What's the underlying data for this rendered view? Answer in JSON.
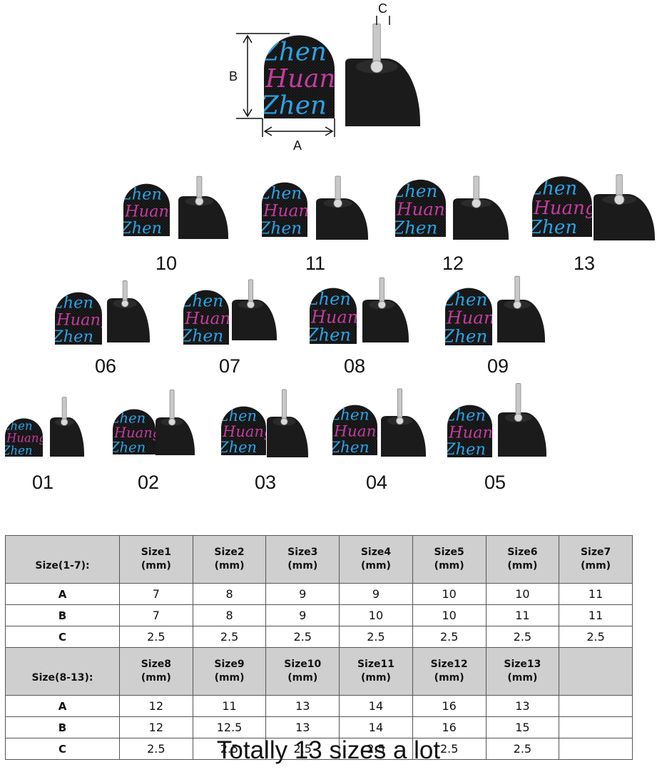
{
  "dimension_labels": {
    "a": "A",
    "b": "B",
    "c": "C"
  },
  "size_labels": [
    "10",
    "11",
    "12",
    "13",
    "06",
    "07",
    "08",
    "09",
    "01",
    "02",
    "03",
    "04",
    "05"
  ],
  "pad_text": [
    "Zhen",
    "Huang"
  ],
  "colors": {
    "pad": "#141414",
    "blue_text": "#2aa3e6",
    "pink_text": "#c43c9d",
    "cap": "#1b1b1b",
    "pin": "#c8c8c8",
    "table_header": "#cfcfcf"
  },
  "table": {
    "rows_1_7": {
      "label": "Size(1-7):",
      "headers": [
        [
          "Size1",
          "(mm)"
        ],
        [
          "Size2",
          "(mm)"
        ],
        [
          "Size3",
          "(mm)"
        ],
        [
          "Size4",
          "(mm)"
        ],
        [
          "Size5",
          "(mm)"
        ],
        [
          "Size6",
          "(mm)"
        ],
        [
          "Size7",
          "(mm)"
        ]
      ],
      "data": [
        {
          "label": "A",
          "values": [
            "7",
            "8",
            "9",
            "9",
            "10",
            "10",
            "11"
          ]
        },
        {
          "label": "B",
          "values": [
            "7",
            "8",
            "9",
            "10",
            "10",
            "11",
            "11"
          ]
        },
        {
          "label": "C",
          "values": [
            "2.5",
            "2.5",
            "2.5",
            "2.5",
            "2.5",
            "2.5",
            "2.5"
          ]
        }
      ]
    },
    "rows_8_13": {
      "label": "Size(8-13):",
      "headers": [
        [
          "Size8",
          "(mm)"
        ],
        [
          "Size9",
          "(mm)"
        ],
        [
          "Size10",
          "(mm)"
        ],
        [
          "Size11",
          "(mm)"
        ],
        [
          "Size12",
          "(mm)"
        ],
        [
          "Size13",
          "(mm)"
        ]
      ],
      "data": [
        {
          "label": "A",
          "values": [
            "12",
            "11",
            "13",
            "14",
            "16",
            "13"
          ]
        },
        {
          "label": "B",
          "values": [
            "12",
            "12.5",
            "13",
            "14",
            "16",
            "15"
          ]
        },
        {
          "label": "C",
          "values": [
            "2.5",
            "2.5",
            "2.5",
            "2.5",
            "2.5",
            "2.5"
          ]
        }
      ]
    }
  },
  "caption": "Totally 13 sizes a lot"
}
